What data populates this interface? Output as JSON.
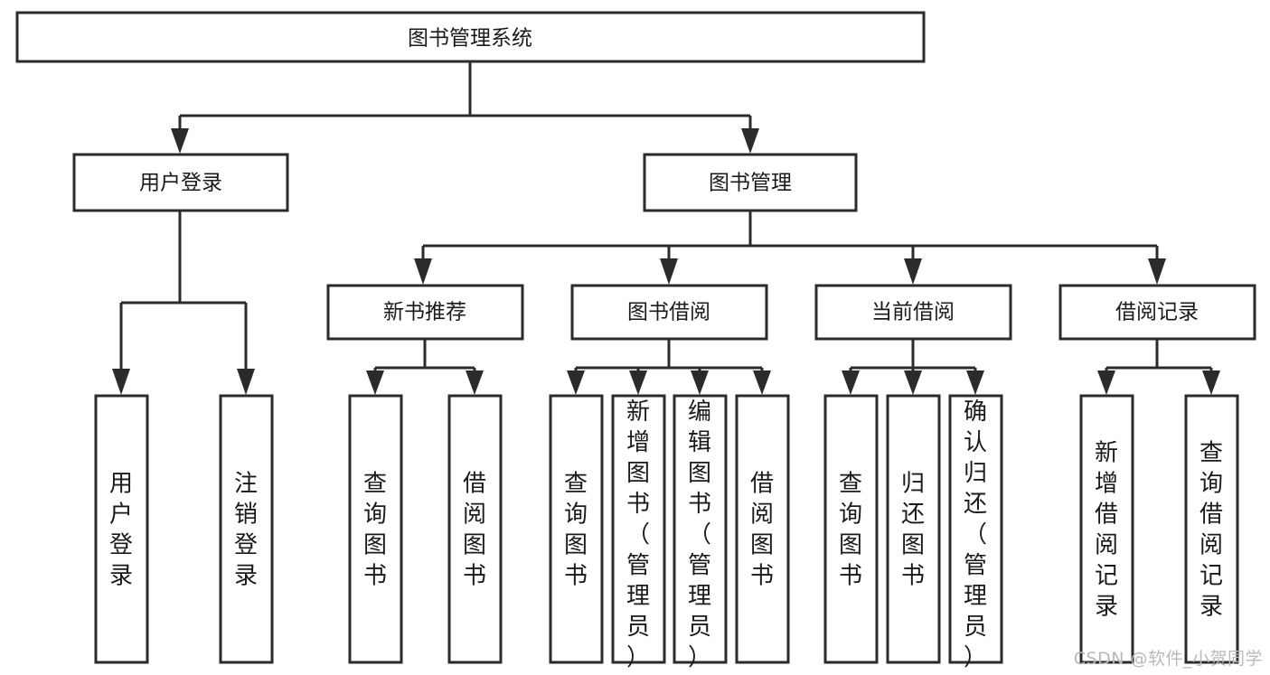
{
  "diagram": {
    "type": "hierarchy-tree",
    "title": "图书管理系统",
    "orientation": "top-down",
    "colors": {
      "box_fill": "#ffffff",
      "box_stroke": "#2b2b2b",
      "connector": "#2b2b2b",
      "text": "#1a1a1a",
      "watermark": "#b9b9b9",
      "background": "#ffffff"
    },
    "root": {
      "id": "root",
      "label": "图书管理系统",
      "level": 0
    },
    "level2": [
      {
        "id": "user-login",
        "label": "用户登录",
        "level": 1
      },
      {
        "id": "book-management",
        "label": "图书管理",
        "level": 1
      }
    ],
    "level3": [
      {
        "id": "new-book-recommend",
        "label": "新书推荐",
        "level": 2,
        "parent": "book-management"
      },
      {
        "id": "book-borrow",
        "label": "图书借阅",
        "level": 2,
        "parent": "book-management"
      },
      {
        "id": "current-borrow",
        "label": "当前借阅",
        "level": 2,
        "parent": "book-management"
      },
      {
        "id": "borrow-record",
        "label": "借阅记录",
        "level": 2,
        "parent": "book-management"
      }
    ],
    "leaves": [
      {
        "id": "leaf-user-login",
        "label": "用户登录",
        "parent": "user-login",
        "orientation": "vertical",
        "align": "middle"
      },
      {
        "id": "leaf-logout-login",
        "label": "注销登录",
        "parent": "user-login",
        "orientation": "vertical",
        "align": "middle"
      },
      {
        "id": "leaf-query-book-1",
        "label": "查询图书",
        "parent": "new-book-recommend",
        "orientation": "vertical",
        "align": "middle"
      },
      {
        "id": "leaf-borrow-book-1",
        "label": "借阅图书",
        "parent": "new-book-recommend",
        "orientation": "vertical",
        "align": "middle"
      },
      {
        "id": "leaf-query-book-2",
        "label": "查询图书",
        "parent": "book-borrow",
        "orientation": "vertical",
        "align": "middle"
      },
      {
        "id": "leaf-add-book-admin",
        "label": "新增图书（管理员）",
        "parent": "book-borrow",
        "orientation": "vertical",
        "align": "top"
      },
      {
        "id": "leaf-edit-book-admin",
        "label": "编辑图书（管理员）",
        "parent": "book-borrow",
        "orientation": "vertical",
        "align": "top"
      },
      {
        "id": "leaf-borrow-book-2",
        "label": "借阅图书",
        "parent": "book-borrow",
        "orientation": "vertical",
        "align": "middle"
      },
      {
        "id": "leaf-query-book-3",
        "label": "查询图书",
        "parent": "current-borrow",
        "orientation": "vertical",
        "align": "middle"
      },
      {
        "id": "leaf-return-book",
        "label": "归还图书",
        "parent": "current-borrow",
        "orientation": "vertical",
        "align": "middle"
      },
      {
        "id": "leaf-confirm-return-admin",
        "label": "确认归还（管理员）",
        "parent": "current-borrow",
        "orientation": "vertical",
        "align": "top"
      },
      {
        "id": "leaf-add-borrow-record",
        "label": "新增借阅记录",
        "parent": "borrow-record",
        "orientation": "vertical",
        "align": "middle"
      },
      {
        "id": "leaf-query-borrow-record",
        "label": "查询借阅记录",
        "parent": "borrow-record",
        "orientation": "vertical",
        "align": "middle"
      }
    ]
  },
  "watermark": {
    "text": "CSDN @软件_小贺同学"
  }
}
